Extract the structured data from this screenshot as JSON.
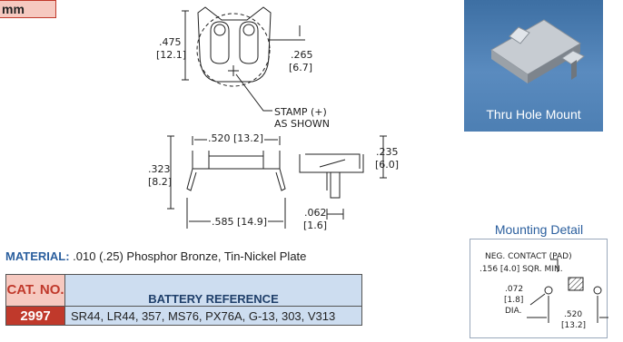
{
  "unit_tab": "mm",
  "drawing": {
    "height_in": ".475",
    "height_mm": "[12.1]",
    "offset_in": ".265",
    "offset_mm": "[6.7]",
    "stamp_note_1": "STAMP (+)",
    "stamp_note_2": "AS SHOWN",
    "width_top": ".520 [13.2]",
    "side_h_in": ".323",
    "side_h_mm": "[8.2]",
    "width_bottom": ".585 [14.9]",
    "end_h_in": ".235",
    "end_h_mm": "[6.0]",
    "pin_in": ".062",
    "pin_mm": "[1.6]"
  },
  "photo": {
    "caption": "Thru Hole Mount"
  },
  "mounting": {
    "title": "Mounting Detail",
    "pad_note_1": "NEG. CONTACT (PAD)",
    "pad_note_2": ".156 [4.0] SQR. MIN.",
    "hole_in": ".072",
    "hole_mm": "[1.8]",
    "hole_dia": "DIA.",
    "spacing_in": ".520",
    "spacing_mm": "[13.2]"
  },
  "material": {
    "label": "MATERIAL:",
    "text": ".010 (.25) Phosphor Bronze, Tin-Nickel Plate"
  },
  "table": {
    "header_cat": "CAT. NO.",
    "header_ref": "BATTERY REFERENCE",
    "row_cat": "2997",
    "row_ref": "SR44, LR44, 357, MS76, PX76A, G-13, 303, V313"
  },
  "colors": {
    "accent_red": "#c0392b",
    "header_blue": "#cdddf0",
    "title_blue": "#2b5f9e"
  }
}
